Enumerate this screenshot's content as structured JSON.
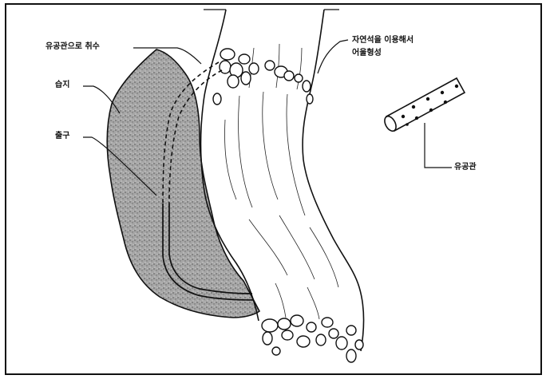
{
  "labels": {
    "intake": "유공관으로 취수",
    "wetland": "습지",
    "outlet": "출구",
    "weir_line1": "자연석을 이용해서",
    "weir_line2": "어울형성",
    "perforated_pipe": "유공관"
  },
  "colors": {
    "ink": "#111111",
    "wetland_fill": "#9a9a9a",
    "background": "#ffffff"
  }
}
